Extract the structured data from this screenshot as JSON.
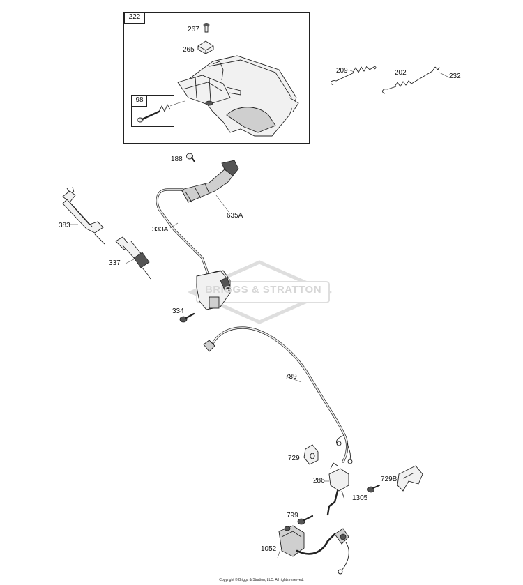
{
  "diagram": {
    "watermark": "BRIGGS & STRATTON",
    "copyright": "Copyright © Briggs & Stratton, LLC. All rights reserved.",
    "box_labels": [
      "222",
      "98"
    ],
    "labels": {
      "p267": "267",
      "p265": "265",
      "p209": "209",
      "p202": "202",
      "p232": "232",
      "p188": "188",
      "p635A": "635A",
      "p383": "383",
      "p333A": "333A",
      "p337": "337",
      "p334": "334",
      "p789": "789",
      "p729": "729",
      "p286": "286",
      "p729B": "729B",
      "p1305": "1305",
      "p799": "799",
      "p1052": "1052"
    }
  }
}
